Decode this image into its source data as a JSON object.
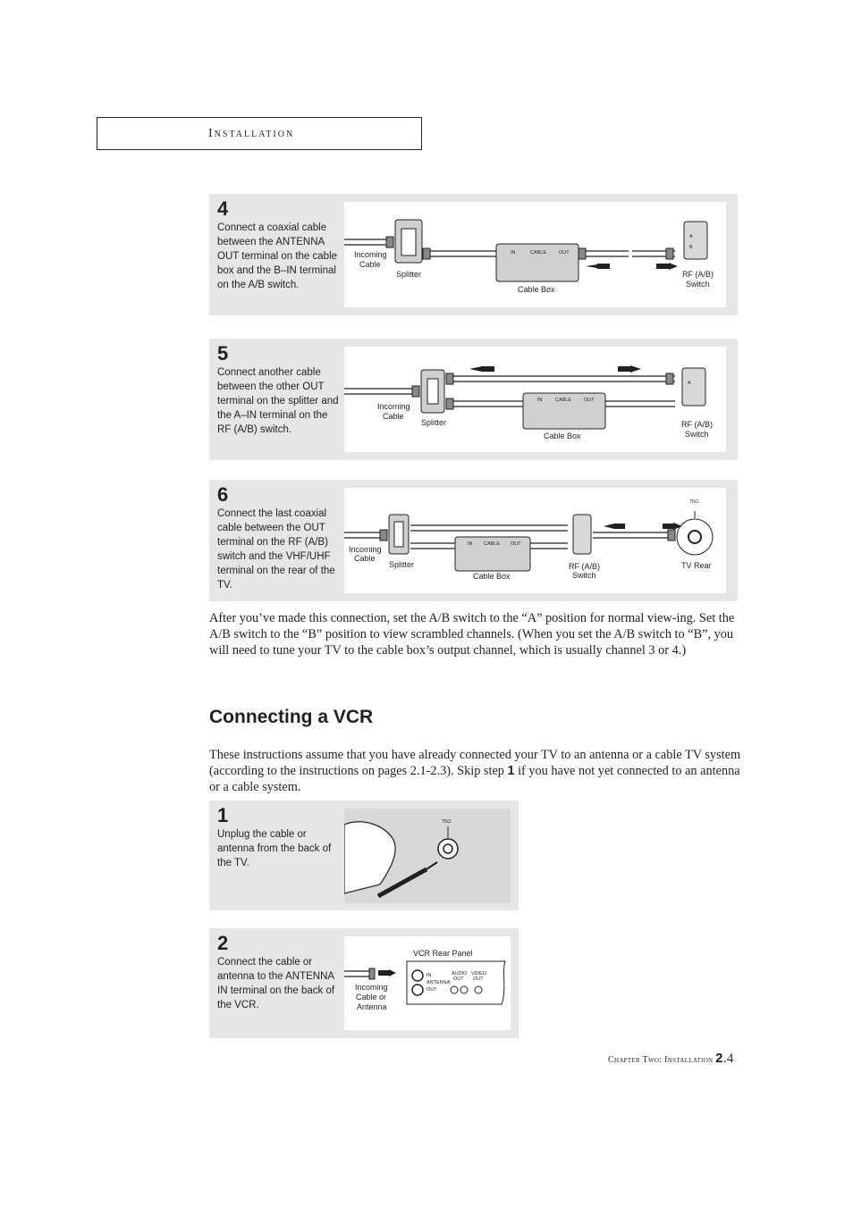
{
  "header": {
    "section": "Installation"
  },
  "steps_top": [
    {
      "number": "4",
      "text": "Connect a coaxial cable between the ANTENNA OUT terminal on the cable box and the B–IN terminal on the A/B switch."
    },
    {
      "number": "5",
      "text": "Connect another cable between the other OUT terminal on the splitter and the A–IN terminal on the RF (A/B) switch."
    },
    {
      "number": "6",
      "text": "Connect the last coaxial cable between the OUT terminal on the RF (A/B) switch and the VHF/UHF terminal on the rear of the TV."
    }
  ],
  "diagram_labels": {
    "incoming": "Incoming",
    "cable": "Cable",
    "splitter": "Splitter",
    "cable_box": "Cable Box",
    "rf_ab": "RF (A/B)",
    "switch": "Switch",
    "in": "IN",
    "cable_caps": "CABLE",
    "out": "OUT",
    "tv_rear": "TV Rear",
    "ohm": "75Ω",
    "a": "A",
    "b": "B",
    "vcr_rear_panel": "VCR Rear Panel",
    "cable_or": "Cable or",
    "antenna": "Antenna",
    "antenna_caps": "ANTENNA",
    "audio": "AUDIO",
    "video": "VIDEO"
  },
  "after_paragraph": "After you’ve made this connection, set the A/B switch to the “A” position for normal view-ing. Set the A/B switch to the “B” position to view scrambled channels. (When you set the A/B switch to “B”, you will need to tune your TV to the cable box’s output channel, which is usually channel 3 or 4.)",
  "vcr_section": {
    "heading": "Connecting a VCR",
    "intro_before": "These instructions assume that you have already connected your TV to an antenna or a cable TV system (according to the instructions on pages 2.1-2.3). Skip step ",
    "intro_bold": "1",
    "intro_after": " if you have not yet connected to an antenna or a cable system.",
    "steps": [
      {
        "number": "1",
        "text": "Unplug the cable or antenna from the back of the TV."
      },
      {
        "number": "2",
        "text": "Connect the cable or antenna to the ANTENNA IN terminal on the back of the VCR."
      }
    ]
  },
  "footer": {
    "chapter": "Chapter Two: Installation",
    "page_bold": "2",
    "page_rest": ".4"
  }
}
